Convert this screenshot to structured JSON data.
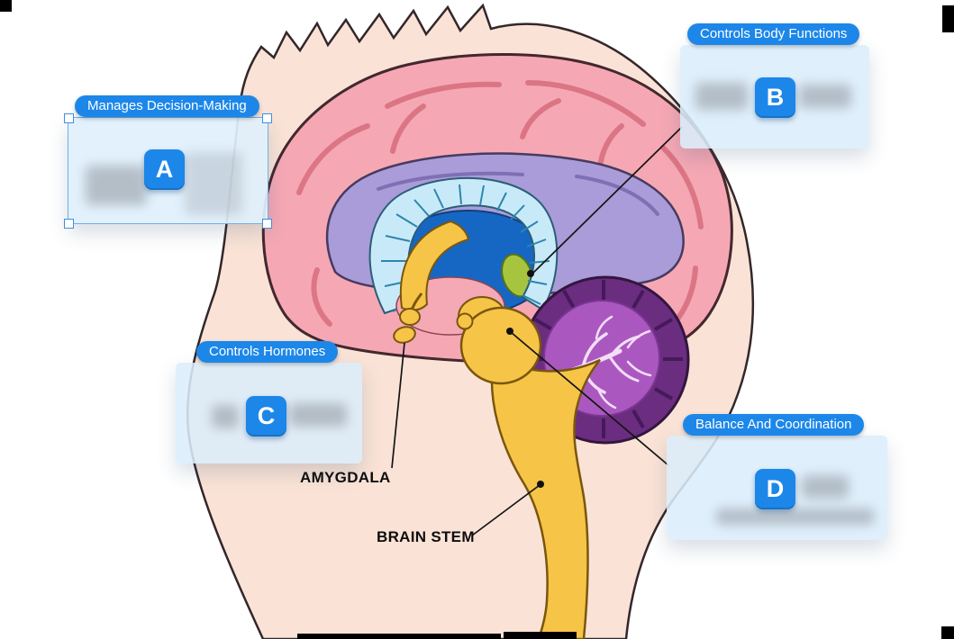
{
  "cards": [
    {
      "letter": "A",
      "hint": "Manages Decision-Making",
      "selected": true
    },
    {
      "letter": "B",
      "hint": "Controls Body Functions",
      "selected": false
    },
    {
      "letter": "C",
      "hint": "Controls Hormones",
      "selected": false
    },
    {
      "letter": "D",
      "hint": "Balance And Coordination",
      "selected": false
    }
  ],
  "anatomy_labels": [
    {
      "text": "AMYGDALA"
    },
    {
      "text": "BRAIN STEM"
    }
  ],
  "colors": {
    "accent_blue": "#1c87e9",
    "card_bg": "#dbedfb",
    "head_skin": "#fae3d6",
    "cerebrum_pink": "#f5a8b4",
    "inner_purple": "#a99cd8",
    "callosum_blue": "#c8eaf8",
    "deep_blue": "#1667c3",
    "stem_yellow": "#f6c447",
    "cerebellum_purple": "#6b2d80",
    "cerebellum_inner": "#aa58c0",
    "pineal_green": "#a6c43e"
  }
}
